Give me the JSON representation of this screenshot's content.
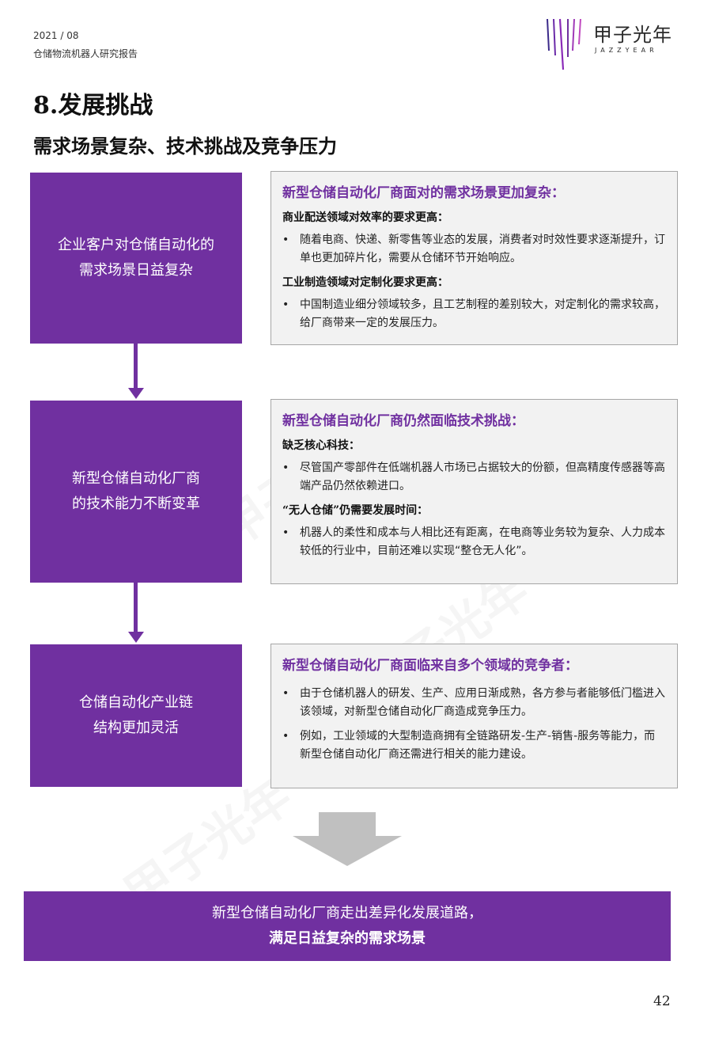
{
  "header": {
    "date": "2021 / 08",
    "report_title": "仓储物流机器人研究报告",
    "brand_cn": "甲子光年",
    "brand_en": "JAZZYEAR"
  },
  "section": {
    "title": "8.发展挑战",
    "subtitle": "需求场景复杂、技术挑战及竞争压力"
  },
  "rows": [
    {
      "left": [
        "企业客户对仓储自动化的",
        "需求场景日益复杂"
      ],
      "heading": "新型仓储自动化厂商面对的需求场景更加复杂：",
      "groups": [
        {
          "sub": "商业配送领域对效率的要求更高：",
          "bullets": [
            "随着电商、快递、新零售等业态的发展，消费者对时效性要求逐渐提升，订单也更加碎片化，需要从仓储环节开始响应。"
          ]
        },
        {
          "sub": "工业制造领域对定制化要求更高：",
          "bullets": [
            "中国制造业细分领域较多，且工艺制程的差别较大，对定制化的需求较高，给厂商带来一定的发展压力。"
          ]
        }
      ]
    },
    {
      "left": [
        "新型仓储自动化厂商",
        "的技术能力不断变革"
      ],
      "heading": "新型仓储自动化厂商仍然面临技术挑战：",
      "groups": [
        {
          "sub": "缺乏核心科技：",
          "bullets": [
            "尽管国产零部件在低端机器人市场已占据较大的份额，但高精度传感器等高端产品仍然依赖进口。"
          ]
        },
        {
          "sub": "“无人仓储”仍需要发展时间：",
          "bullets": [
            "机器人的柔性和成本与人相比还有距离，在电商等业务较为复杂、人力成本较低的行业中，目前还难以实现“整仓无人化”。"
          ]
        }
      ]
    },
    {
      "left": [
        "仓储自动化产业链",
        "结构更加灵活"
      ],
      "heading": "新型仓储自动化厂商面临来自多个领域的竞争者：",
      "groups": [
        {
          "sub": "",
          "bullets": [
            "由于仓储机器人的研发、生产、应用日渐成熟，各方参与者能够低门槛进入该领域，对新型仓储自动化厂商造成竞争压力。",
            "例如，工业领域的大型制造商拥有全链路研发-生产-销售-服务等能力，而新型仓储自动化厂商还需进行相关的能力建设。"
          ]
        }
      ]
    }
  ],
  "conclusion": {
    "line1": "新型仓储自动化厂商走出差异化发展道路，",
    "line2": "满足日益复杂的需求场景"
  },
  "page_number": "42",
  "bullet_symbol": "•"
}
